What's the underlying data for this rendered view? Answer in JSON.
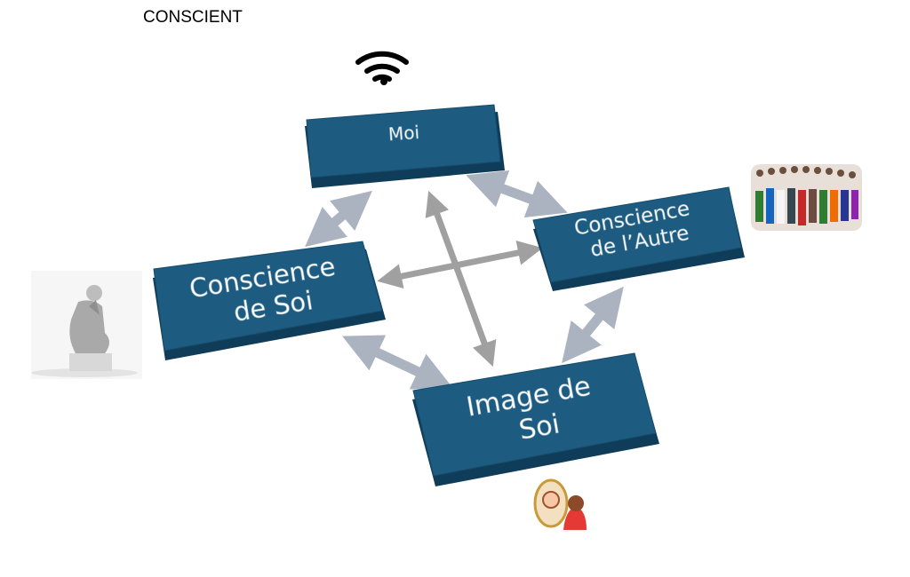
{
  "title": "CONSCIENT",
  "nodes": {
    "moi": "Moi",
    "soi_line1": "Conscience",
    "soi_line2": "de Soi",
    "autre_line1": "Conscience",
    "autre_line2": "de l’Autre",
    "image_line1": "Image de",
    "image_line2": "Soi"
  },
  "colors": {
    "box": "#1d5c80",
    "box_edge": "#0f3c58",
    "arrow_edge": "#aab3bf",
    "arrow_cross": "#a0a0a0"
  }
}
